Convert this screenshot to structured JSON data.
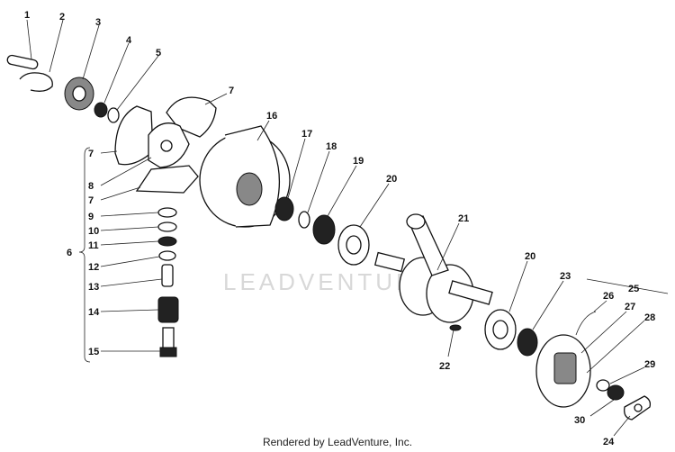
{
  "callouts": {
    "c1": "1",
    "c2": "2",
    "c3": "3",
    "c4": "4",
    "c5": "5",
    "c7a": "7",
    "c7b": "7",
    "c7c": "7",
    "c6": "6",
    "c8": "8",
    "c9": "9",
    "c10": "10",
    "c11": "11",
    "c12": "12",
    "c13": "13",
    "c14": "14",
    "c15": "15",
    "c16": "16",
    "c17": "17",
    "c18": "18",
    "c19": "19",
    "c20a": "20",
    "c20b": "20",
    "c21": "21",
    "c22": "22",
    "c23": "23",
    "c24": "24",
    "c25": "25",
    "c26": "26",
    "c27": "27",
    "c28": "28",
    "c29": "29",
    "c30": "30"
  },
  "watermark": "LEADVENTURE",
  "credit": "Rendered by LeadVenture, Inc."
}
